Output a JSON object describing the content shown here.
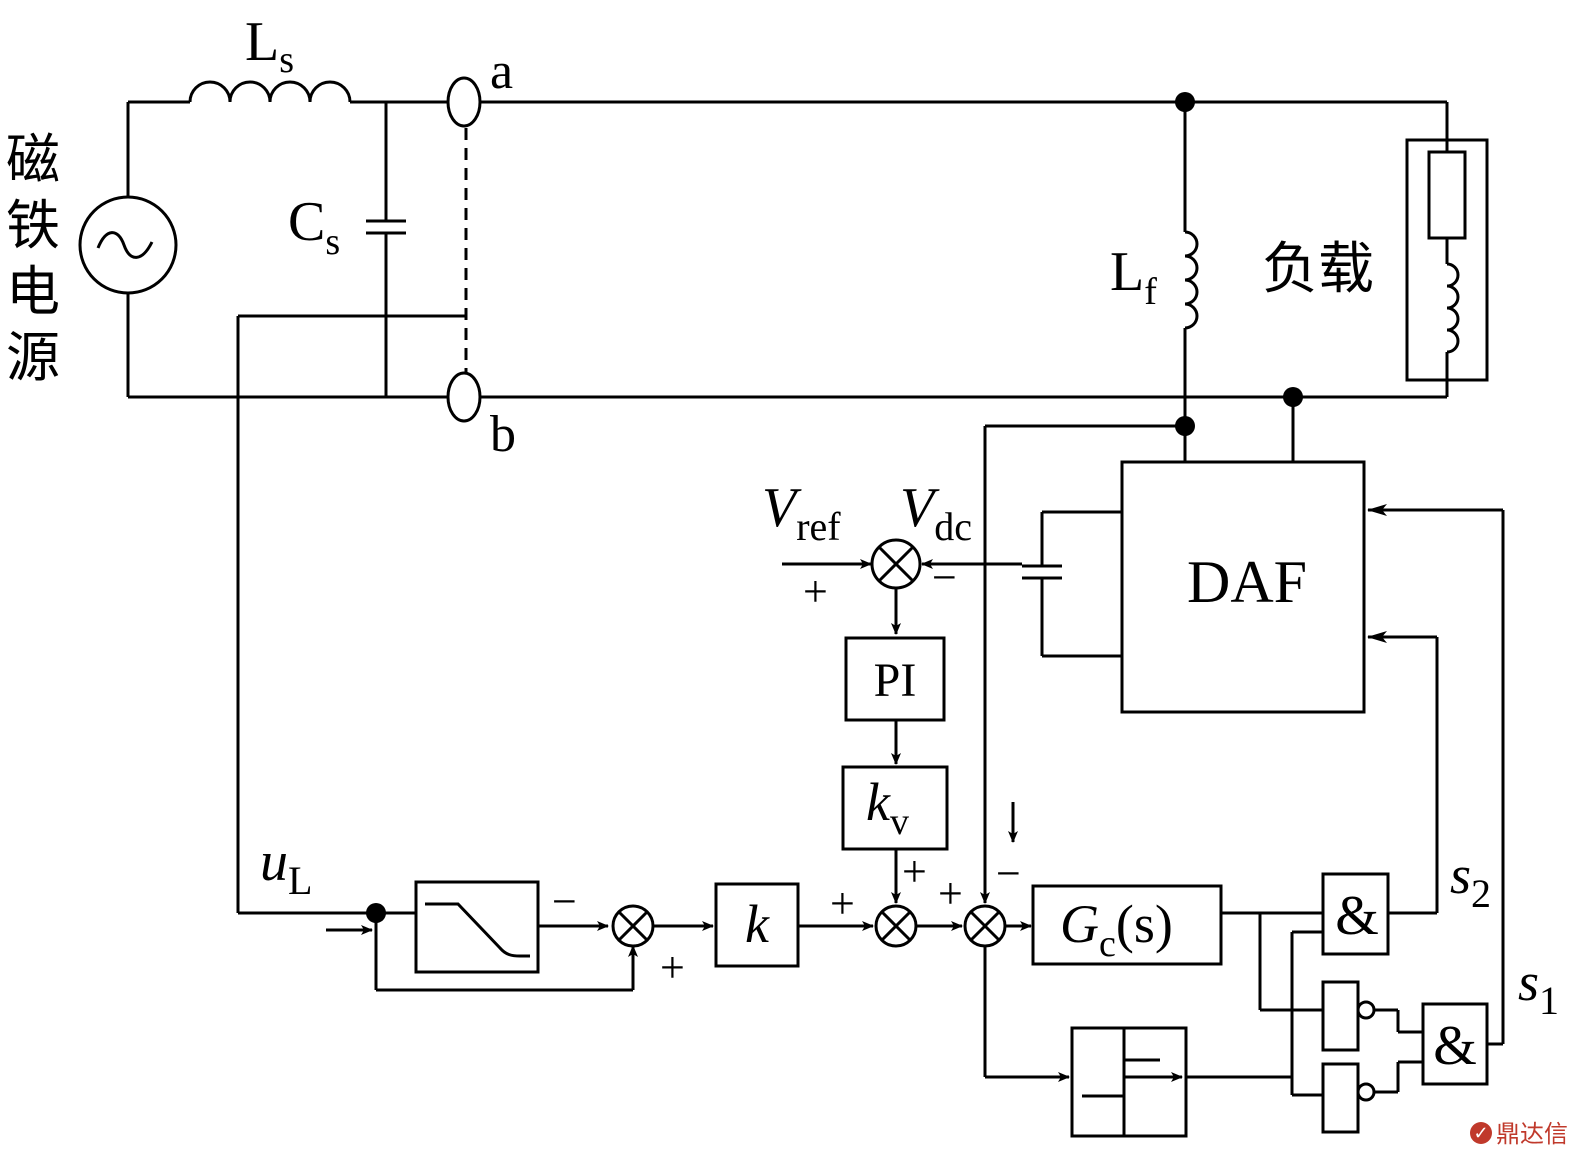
{
  "source": {
    "label_lines": [
      "磁",
      "铁",
      "电",
      "源"
    ]
  },
  "components": {
    "ls": {
      "main": "L",
      "sub": "s"
    },
    "cs": {
      "main": "C",
      "sub": "s"
    },
    "lf": {
      "main": "L",
      "sub": "f"
    },
    "load": "负载",
    "terminal_a": "a",
    "terminal_b": "b",
    "daf": "DAF"
  },
  "control": {
    "vref": {
      "main": "V",
      "sub": "ref"
    },
    "vdc": {
      "main": "V",
      "sub": "dc"
    },
    "pi": "PI",
    "kv": {
      "main": "k",
      "sub": "v"
    },
    "k": "k",
    "gc": {
      "main": "G",
      "sub": "c",
      "arg": "(s)"
    },
    "ul": {
      "main": "u",
      "sub": "L"
    },
    "and_symbol": "&",
    "s1": {
      "main": "s",
      "sub": "1"
    },
    "s2": {
      "main": "s",
      "sub": "2"
    },
    "plus": "+",
    "minus": "−"
  },
  "watermark": "鼎达信"
}
